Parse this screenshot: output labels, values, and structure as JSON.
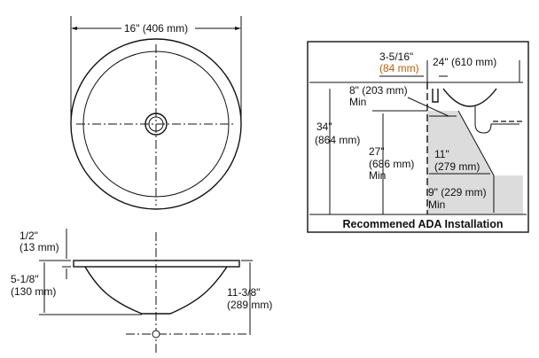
{
  "top_view": {
    "diameter_in": "16\"",
    "diameter_mm": "(406 mm)"
  },
  "side_view": {
    "rim_in": "1/2\"",
    "rim_mm": "(13 mm)",
    "depth_in": "5-1/8\"",
    "depth_mm": "(130 mm)",
    "drain_in": "11-3/8\"",
    "drain_mm": "(289 mm)"
  },
  "ada": {
    "caption": "Recommened ADA Installation",
    "offset_in": "3-5/16\"",
    "offset_mm": "(84 mm)",
    "width": "24\" (610 mm)",
    "knee_depth": "8\" (203 mm)",
    "knee_min": "Min",
    "height_in": "34\"",
    "height_mm": "(864 mm)",
    "knee_h_in": "27\"",
    "knee_h_mm": "(686 mm)",
    "knee_h_min": "Min",
    "toe_in": "11\"",
    "toe_mm": "(279 mm)",
    "toe_h": "9\" (229 mm)",
    "toe_h_min": "Min",
    "accent_color": "#b8600a",
    "fill_color": "#dcdcdc"
  }
}
